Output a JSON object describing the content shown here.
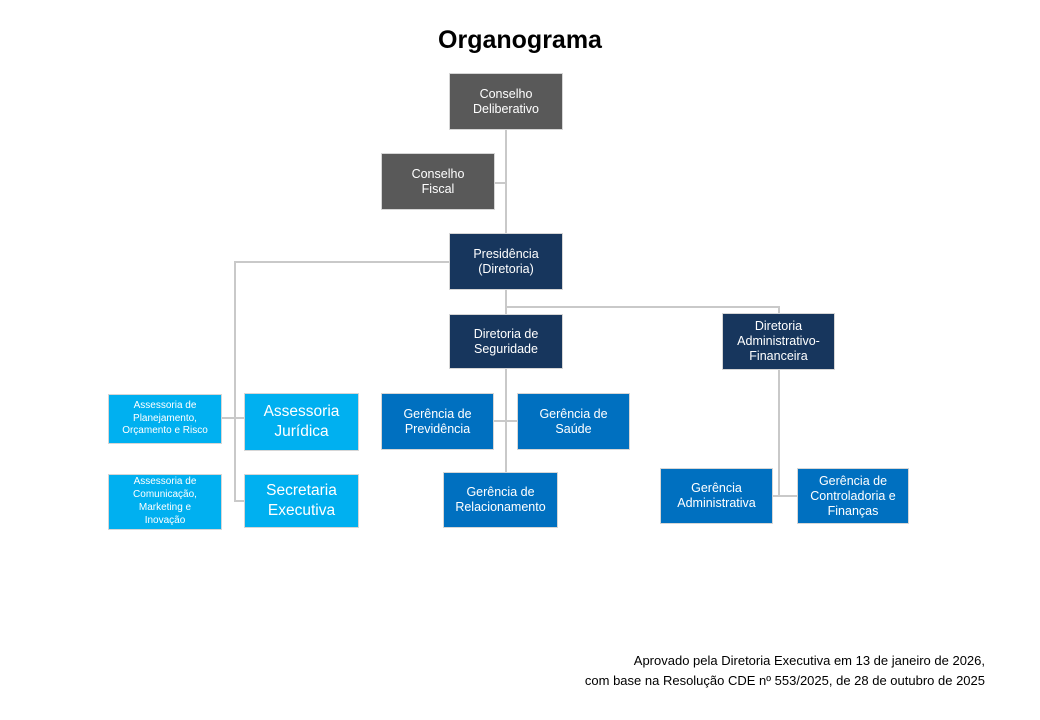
{
  "title": "Organograma",
  "colors": {
    "dark_gray": "#595959",
    "navy": "#17365D",
    "light_blue": "#00B0F0",
    "blue": "#0070C0",
    "connector": "#C9C9C9",
    "box_border": "#D6D6D6"
  },
  "nodes": {
    "conselho_deliberativo": "Conselho\nDeliberativo",
    "conselho_fiscal": "Conselho\nFiscal",
    "presidencia": "Presidência\n(Diretoria)",
    "diretoria_seguridade": "Diretoria de\nSeguridade",
    "diretoria_adm_financeira": "Diretoria\nAdministrativo-\nFinanceira",
    "assessoria_planejamento": "Assessoria de\nPlanejamento,\nOrçamento e Risco",
    "assessoria_juridica": "Assessoria\nJurídica",
    "assessoria_comunicacao": "Assessoria de\nComunicação,\nMarketing e\nInovação",
    "secretaria_executiva": "Secretaria\nExecutiva",
    "gerencia_previdencia": "Gerência de\nPrevidência",
    "gerencia_saude": "Gerência de\nSaúde",
    "gerencia_relacionamento": "Gerência de\nRelacionamento",
    "gerencia_administrativa": "Gerência\nAdministrativa",
    "gerencia_controladoria": "Gerência de\nControladoria e\nFinanças"
  },
  "footer": {
    "line1": "Aprovado pela Diretoria Executiva em 13 de janeiro de 2026,",
    "line2": "com base na Resolução CDE nº 553/2025, de 28 de outubro de 2025"
  }
}
